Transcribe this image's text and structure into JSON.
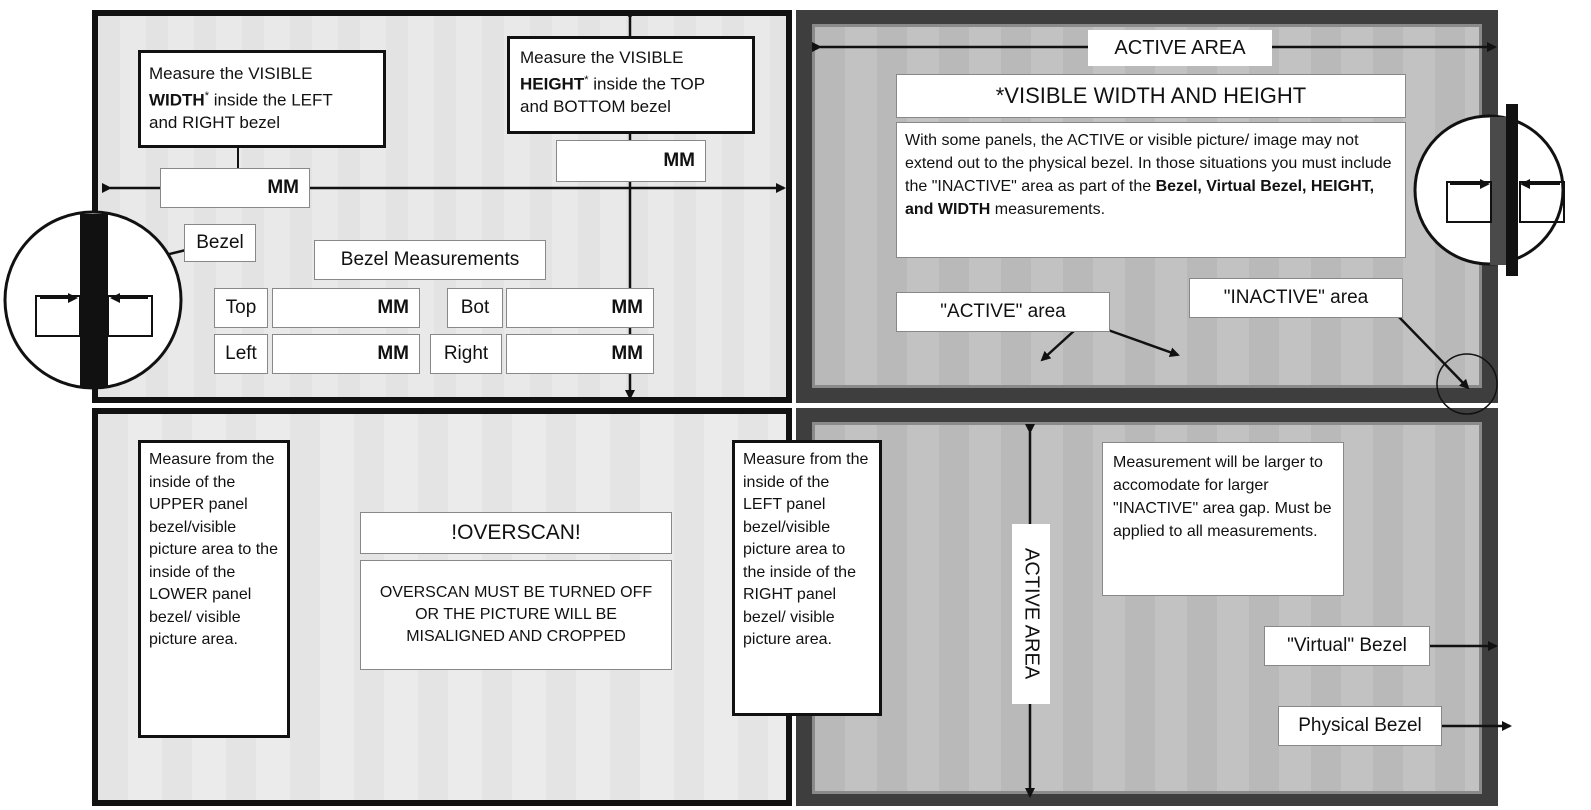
{
  "top_left": {
    "width_box": {
      "line1": "Measure the VISIBLE",
      "bold": "WIDTH",
      "star": "*",
      "rest": " inside the LEFT",
      "line3": "and RIGHT bezel"
    },
    "height_box": {
      "line1": "Measure the VISIBLE",
      "bold": "HEIGHT",
      "star": "*",
      "rest": " inside the TOP",
      "line3": "and BOTTOM bezel"
    },
    "width_mm": "MM",
    "height_mm": "MM",
    "bezel_label": "Bezel",
    "bezel_measurements_title": "Bezel Measurements",
    "rows": [
      {
        "label": "Top",
        "unit": "MM",
        "label2": "Bot",
        "unit2": "MM"
      },
      {
        "label": "Left",
        "unit": "MM",
        "label2": "Right",
        "unit2": "MM"
      }
    ]
  },
  "top_right": {
    "active_area": "ACTIVE AREA",
    "visible_title": "*VISIBLE WIDTH AND HEIGHT",
    "note_parts": {
      "p1": "With some panels, the ACTIVE or visible picture/ image may not extend out to the physical bezel.  In those situations you must include the \"INACTIVE\" area as part of the ",
      "bold1": "Bezel, Virtual Bezel, HEIGHT, and WIDTH",
      "p2": " measurements."
    },
    "active_label": "\"ACTIVE\" area",
    "inactive_label": "\"INACTIVE\" area"
  },
  "bottom_left": {
    "upper_lower_note": "Measure from the inside of the UPPER panel bezel/visible picture area to the inside of the LOWER panel bezel/ visible picture area.",
    "overscan_title": "!OVERSCAN!",
    "overscan_body": "OVERSCAN MUST BE TURNED OFF OR THE PICTURE WILL BE MISALIGNED AND CROPPED",
    "left_right_note": "Measure from the inside of the LEFT panel bezel/visible picture area to the inside of the RIGHT panel bezel/ visible picture area."
  },
  "bottom_right": {
    "active_area_vertical": "ACTIVE AREA",
    "larger_note": "Measurement will be larger to accomodate for larger \"INACTIVE\" area gap.  Must be applied to all measurements.",
    "virtual_bezel": "\"Virtual\" Bezel",
    "physical_bezel": "Physical Bezel"
  },
  "colors": {
    "frame": "#111111",
    "dark_bezel": "#3e3e3e",
    "light_panel": "#e6e6e6",
    "grey_panel": "#bdbdbd"
  }
}
